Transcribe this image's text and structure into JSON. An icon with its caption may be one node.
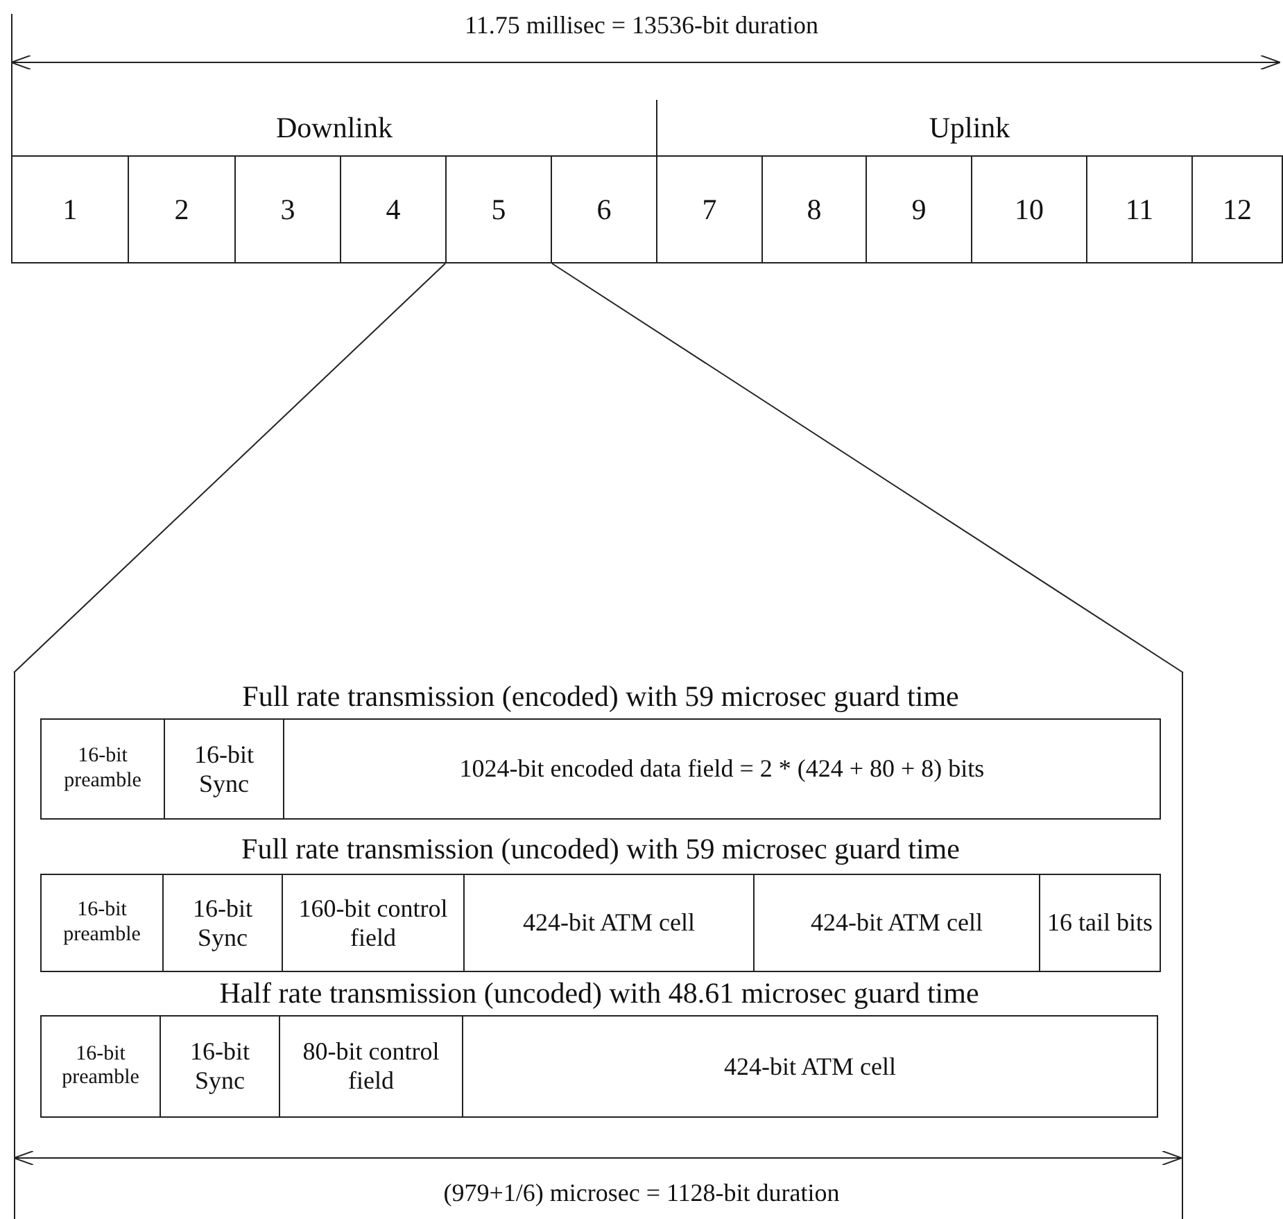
{
  "diagram": {
    "nodes": [
      {
        "text": [
          "Downlink"
        ]
      },
      {
        "text": [
          "Uplink"
        ]
      },
      {
        "text": [
          "1"
        ]
      },
      {
        "text": [
          "2"
        ]
      },
      {
        "text": [
          "3"
        ]
      },
      {
        "text": [
          "4"
        ]
      },
      {
        "text": [
          "5"
        ]
      },
      {
        "text": [
          "6"
        ]
      },
      {
        "text": [
          "7"
        ]
      },
      {
        "text": [
          "8"
        ]
      },
      {
        "text": [
          "9"
        ]
      },
      {
        "text": [
          "10"
        ]
      },
      {
        "text": [
          "11"
        ]
      },
      {
        "text": [
          "12"
        ]
      },
      {
        "text": [],
        "shape": "box"
      },
      {
        "text": [
          "Full rate transmission (encoded) with 59 microsec guard time"
        ],
        "in": 14
      },
      {
        "text": [
          "16-bit preamble"
        ],
        "in": 15
      },
      {
        "text": [
          "16-bit Sync"
        ],
        "in": 15
      },
      {
        "text": [
          "1024-bit encoded data field = 2 * (424 + 80 + 8) bits"
        ],
        "in": 15
      },
      {
        "text": [
          "Full rate transmission (uncoded) with 59 microsec guard time"
        ],
        "in": 14
      },
      {
        "text": [
          "16-bit preamble"
        ],
        "in": 19
      },
      {
        "text": [
          "16-bit Sync"
        ],
        "in": 19
      },
      {
        "text": [
          "160-bit control field"
        ],
        "in": 19
      },
      {
        "text": [
          "424-bit ATM cell"
        ],
        "in": 19
      },
      {
        "text": [
          "424-bit ATM cell"
        ],
        "in": 19
      },
      {
        "text": [
          "16 tail bits"
        ],
        "in": 19
      },
      {
        "text": [
          "Half rate transmission (uncoded) with 48.61 microsec guard time"
        ],
        "in": 14
      },
      {
        "text": [
          "16-bit preamble"
        ],
        "in": 26
      },
      {
        "text": [
          "16-bit Sync"
        ],
        "in": 26
      },
      {
        "text": [
          "80-bit control field"
        ],
        "in": 26
      },
      {
        "text": [
          "424-bit ATM cell"
        ],
        "in": 26
      }
    ],
    "edges": [
      {
        "from": 6,
        "to": 14,
        "arrow": "none"
      },
      {
        "from": 6,
        "to": 14,
        "arrow": "none"
      }
    ],
    "labels": [
      "11.75 millisec = 13536-bit duration",
      "(979+1/6) microsec = 1128-bit duration"
    ]
  }
}
